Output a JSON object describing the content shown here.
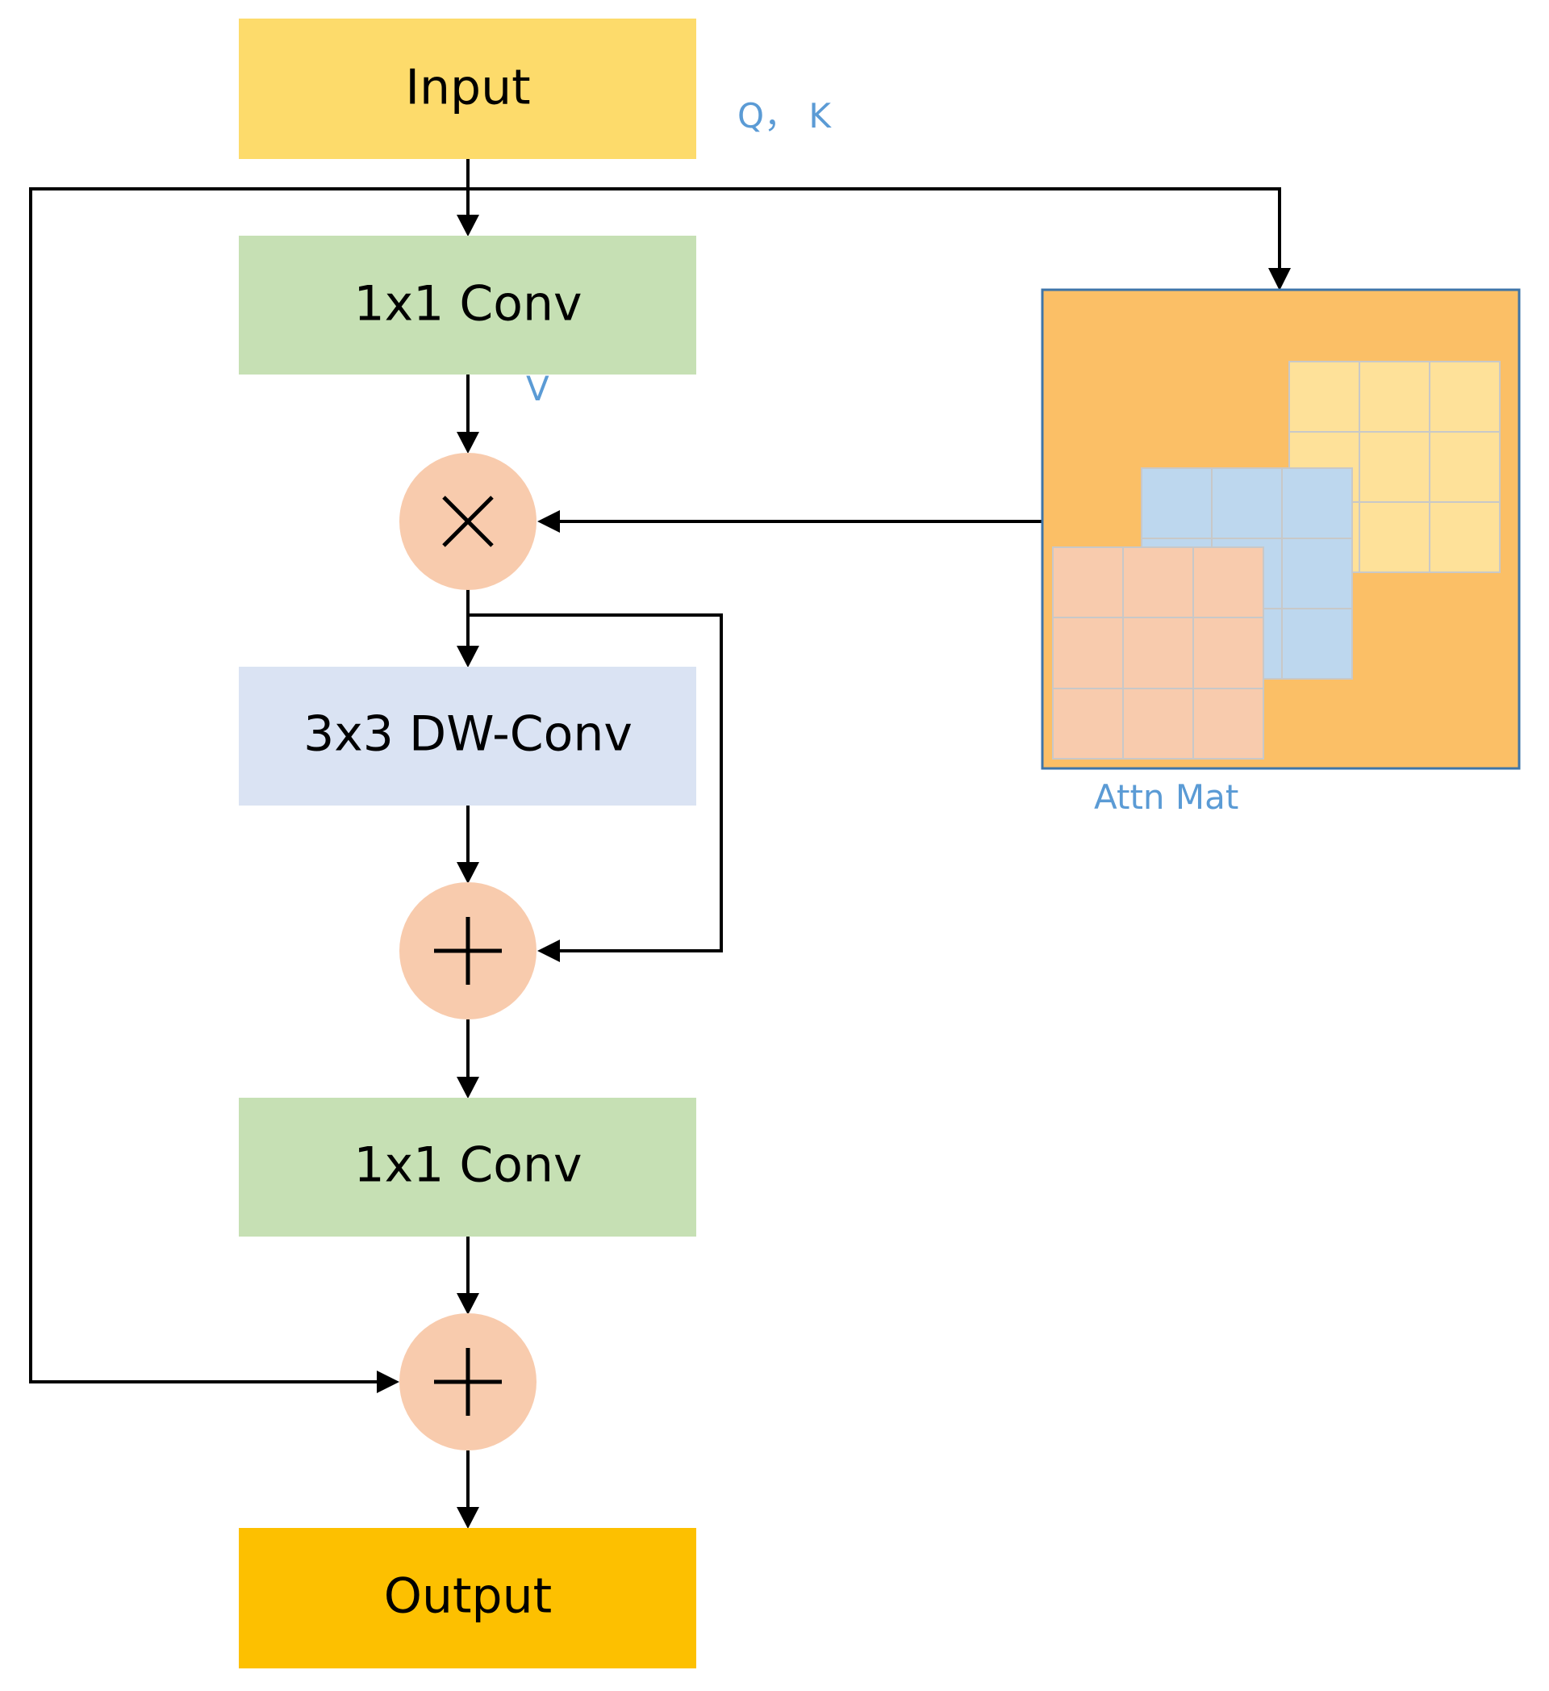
{
  "colors": {
    "input_block": "#fddb6b",
    "conv_block": "#c6e0b4",
    "dwconv_block": "#dae3f3",
    "output_block": "#fdc000",
    "operator_circle": "#f8cbad",
    "attn_background": "#fbbf66",
    "attn_border": "#3f75a8",
    "attn_layer_back": "#fee199",
    "attn_layer_middle": "#bdd7ee",
    "attn_layer_front": "#f8cbad",
    "annotation_text": "#5b9bd5",
    "line": "#000000"
  },
  "blocks": {
    "input": "Input",
    "conv_first": "1x1 Conv",
    "dwconv": "3x3 DW-Conv",
    "conv_second": "1x1 Conv",
    "output": "Output"
  },
  "operators": {
    "multiply": "multiply-icon",
    "add_inner": "plus-icon",
    "add_outer": "plus-icon"
  },
  "annotations": {
    "qk": "Q， K",
    "v": "V",
    "attn": "Attn Mat"
  }
}
